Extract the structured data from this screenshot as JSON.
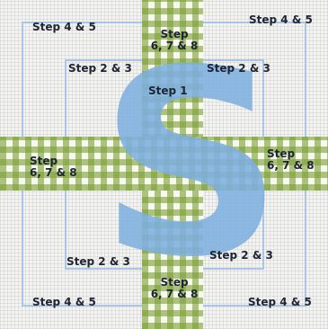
{
  "design": {
    "colors": {
      "canvas": "#f3f3f1",
      "frame_line": "#a9c6e8",
      "letter": "#7fb0e0",
      "gingham_green": "#7da037",
      "label_text": "#1d2433"
    },
    "letter": "S",
    "labels": {
      "top_left_corner": "Step 4 & 5",
      "top_right_corner": "Step 4 & 5",
      "bottom_left_corner": "Step 4 & 5",
      "bottom_right_corner": "Step 4 & 5",
      "top_band": "Step\n6, 7 & 8",
      "left_band": "Step\n6, 7 & 8",
      "right_band": "Step\n6, 7 & 8",
      "bottom_band": "Step\n6, 7 & 8",
      "upper_left_inner": "Step 2 & 3",
      "upper_right_inner": "Step 2 & 3",
      "lower_left_inner": "Step 2 & 3",
      "lower_right_inner": "Step 2 & 3",
      "center": "Step 1"
    }
  }
}
